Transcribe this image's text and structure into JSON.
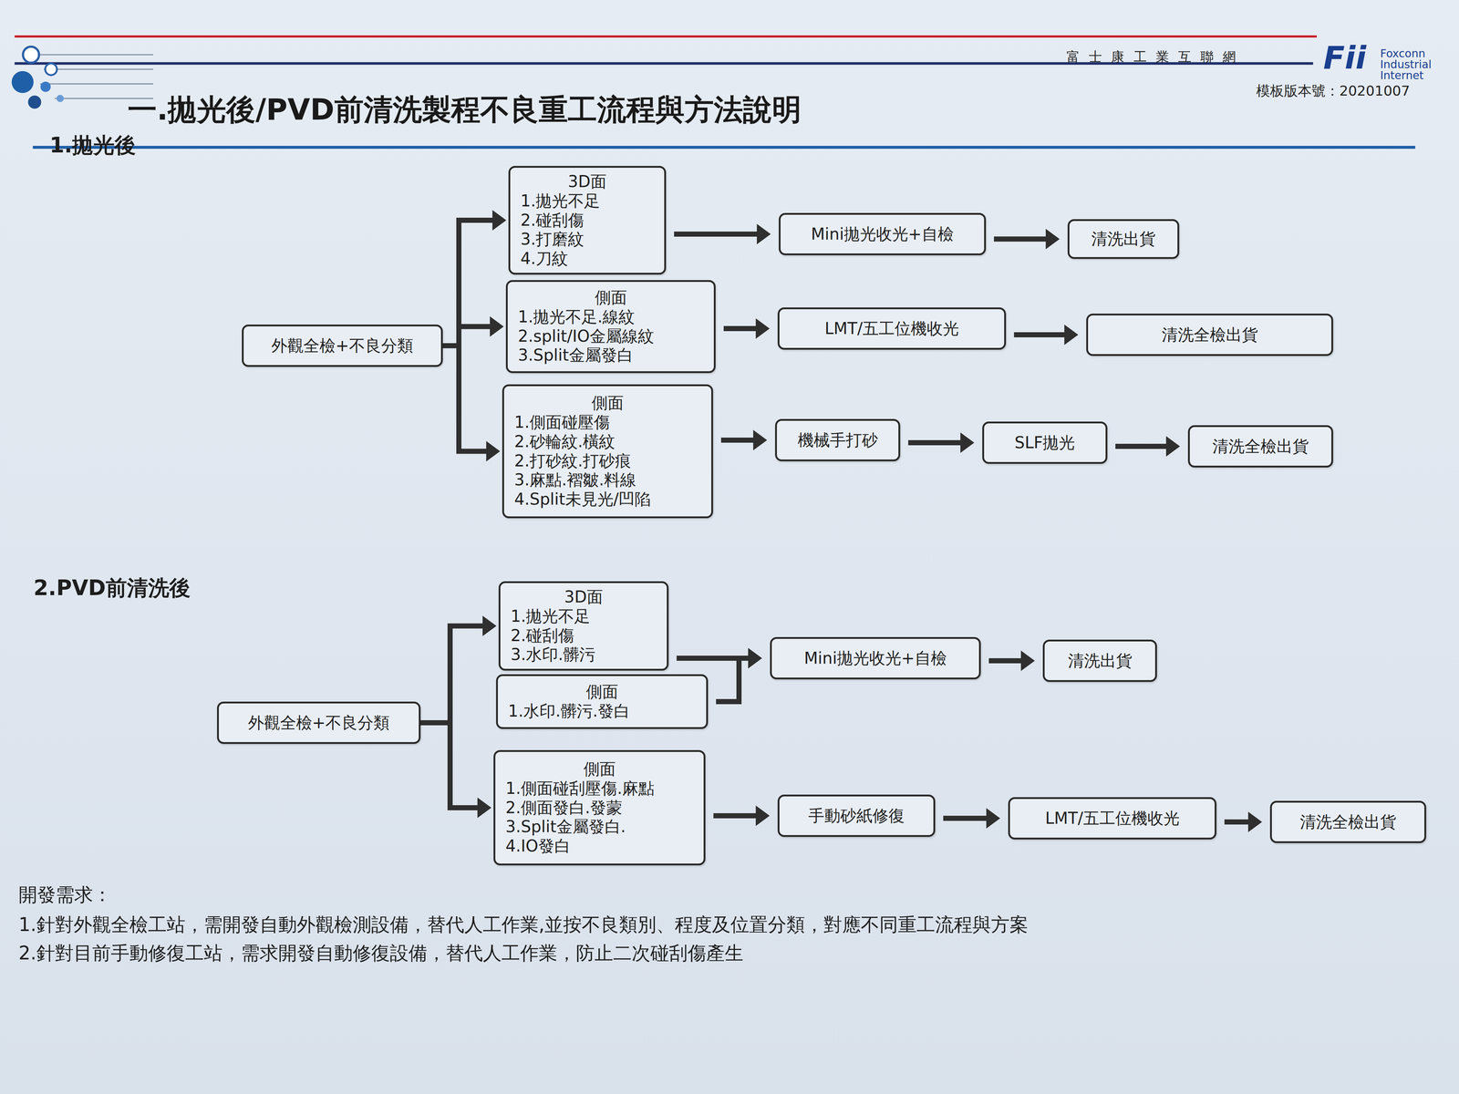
{
  "diagram": {
    "title": "一.拋光後/PVD前清洗製程不良重工流程與方法說明",
    "nodes": [
      {
        "text": [
          "外觀全檢+不良分類"
        ]
      },
      {
        "text": [
          "3D面",
          "1.拋光不足",
          "2.碰刮傷",
          "3.打磨紋",
          "4.刀紋"
        ]
      },
      {
        "text": [
          "側面",
          "1.拋光不足.線紋",
          "2.split/IO金屬線紋",
          "3.Split金屬發白"
        ]
      },
      {
        "text": [
          "側面",
          "1.側面碰壓傷",
          "2.砂輪紋.橫紋",
          "2.打砂紋.打砂痕",
          "3.麻點.褶皺.料線",
          "4.Split未見光/凹陷"
        ]
      },
      {
        "text": [
          "Mini拋光收光+自檢"
        ]
      },
      {
        "text": [
          "清洗出貨"
        ]
      },
      {
        "text": [
          "LMT/五工位機收光"
        ]
      },
      {
        "text": [
          "清洗全檢出貨"
        ]
      },
      {
        "text": [
          "機械手打砂"
        ]
      },
      {
        "text": [
          "SLF拋光"
        ]
      },
      {
        "text": [
          "清洗全檢出貨"
        ]
      },
      {
        "text": [
          "外觀全檢+不良分類"
        ]
      },
      {
        "text": [
          "3D面",
          "1.拋光不足",
          "2.碰刮傷",
          "3.水印.髒污"
        ]
      },
      {
        "text": [
          "側面",
          "1.水印.髒污.發白"
        ]
      },
      {
        "text": [
          "側面",
          "1.側面碰刮壓傷.麻點",
          "2.側面發白.發蒙",
          "3.Split金屬發白.",
          "4.IO發白"
        ]
      },
      {
        "text": [
          "Mini拋光收光+自檢"
        ]
      },
      {
        "text": [
          "清洗出貨"
        ]
      },
      {
        "text": [
          "手動砂紙修復"
        ]
      },
      {
        "text": [
          "LMT/五工位機收光"
        ]
      },
      {
        "text": [
          "清洗全檢出貨"
        ]
      }
    ],
    "edges": [
      {
        "from": 0,
        "to": 1,
        "arrow": "to"
      },
      {
        "from": 0,
        "to": 2,
        "arrow": "to"
      },
      {
        "from": 0,
        "to": 3,
        "arrow": "to"
      },
      {
        "from": 1,
        "to": 4,
        "arrow": "to"
      },
      {
        "from": 4,
        "to": 5,
        "arrow": "to"
      },
      {
        "from": 2,
        "to": 6,
        "arrow": "to"
      },
      {
        "from": 6,
        "to": 7,
        "arrow": "to"
      },
      {
        "from": 3,
        "to": 8,
        "arrow": "to"
      },
      {
        "from": 8,
        "to": 9,
        "arrow": "to"
      },
      {
        "from": 9,
        "to": 10,
        "arrow": "to"
      },
      {
        "from": 11,
        "to": 12,
        "arrow": "to"
      },
      {
        "from": 11,
        "to": 14,
        "arrow": "to"
      },
      {
        "from": 12,
        "to": 15,
        "arrow": "to"
      },
      {
        "from": 13,
        "to": 15,
        "arrow": "to"
      },
      {
        "from": 15,
        "to": 16,
        "arrow": "to"
      },
      {
        "from": 14,
        "to": 17,
        "arrow": "to"
      },
      {
        "from": 17,
        "to": 18,
        "arrow": "to"
      },
      {
        "from": 18,
        "to": 19,
        "arrow": "to"
      }
    ],
    "labels": [
      "富士康工業互聯網",
      "Fii",
      "Foxconn Industrial Internet",
      "模板版本號：20201007",
      "1.拋光後",
      "2.PVD前清洗後",
      "開發需求：",
      "1.針對外觀全檢工站，需開發自動外觀檢測設備，替代人工作業,並按不良類別、程度及位置分類，對應不同重工流程與方案",
      "2.針對目前手動修復工站，需求開發自動修復設備，替代人工作業，防止二次碰刮傷產生"
    ]
  }
}
